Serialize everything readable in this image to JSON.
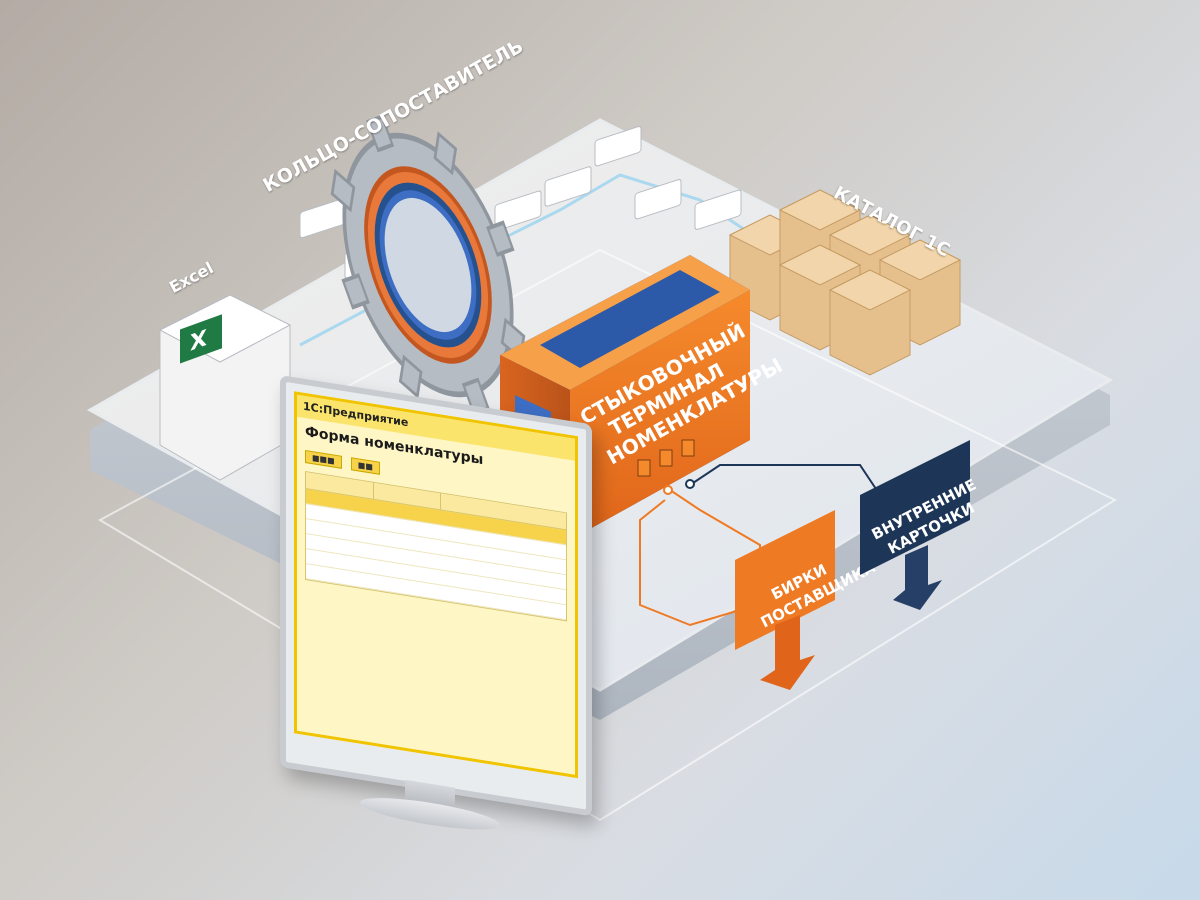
{
  "labels": {
    "ring_matcher": "КОЛЬЦО-СОПОСТАВИТЕЛЬ",
    "catalog": "КАТАЛОГ 1С",
    "excel": "Excel",
    "terminal_line1": "СТЫКОВОЧНЫЙ",
    "terminal_line2": "ТЕРМИНАЛ",
    "terminal_line3": "НОМЕНКЛАТУРЫ",
    "supplier_tags_line1": "БИРКИ",
    "supplier_tags_line2": "ПОСТАВЩИКА",
    "internal_cards_line1": "ВНУТРЕННИЕ",
    "internal_cards_line2": "КАРТОЧКИ"
  },
  "monitor": {
    "app_title": "1С:Предприятие",
    "form_title": "Форма номенклатуры"
  },
  "colors": {
    "orange": "#ef7a24",
    "navy": "#1d3557",
    "blue_screen": "#2d5aa8",
    "yellow": "#f6d34a",
    "excel_green": "#1f7a43",
    "box_tan": "#e6c08c"
  },
  "icons": [
    "excel-icon",
    "gear-icon",
    "box-icon",
    "tag-card-icon",
    "arrow-down-icon"
  ]
}
